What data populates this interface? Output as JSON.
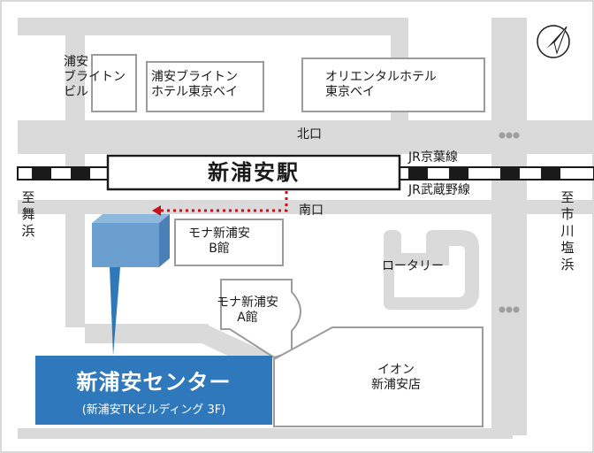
{
  "buildings": {
    "urayasu_brighton_building": "浦安\nブライトン\nビル",
    "urayasu_brighton_hotel": "浦安ブライトン\nホテル東京ベイ",
    "oriental_hotel": "オリエンタルホテル\n東京ベイ",
    "mona_b": "モナ新浦安\nB館",
    "mona_a": "モナ新浦安\nA館",
    "aeon": "イオン\n新浦安店"
  },
  "station": {
    "name": "新浦安駅",
    "north_exit": "北口",
    "south_exit": "南口",
    "line_keiyo": "JR京葉線",
    "line_musashino": "JR武蔵野線"
  },
  "directions": {
    "left": [
      "至",
      "舞",
      "浜"
    ],
    "right": [
      "至",
      "市",
      "川",
      "塩",
      "浜"
    ]
  },
  "rotary": "ロータリー",
  "destination": {
    "name": "新浦安センター",
    "building": "(新浦安TKビルディング 3F)"
  },
  "colors": {
    "road": "#dadada",
    "route": "#c8101a",
    "callout": "#2f78bb",
    "destination_building": "#6b9fcf"
  },
  "icons": {
    "compass": "north-arrow-icon"
  }
}
